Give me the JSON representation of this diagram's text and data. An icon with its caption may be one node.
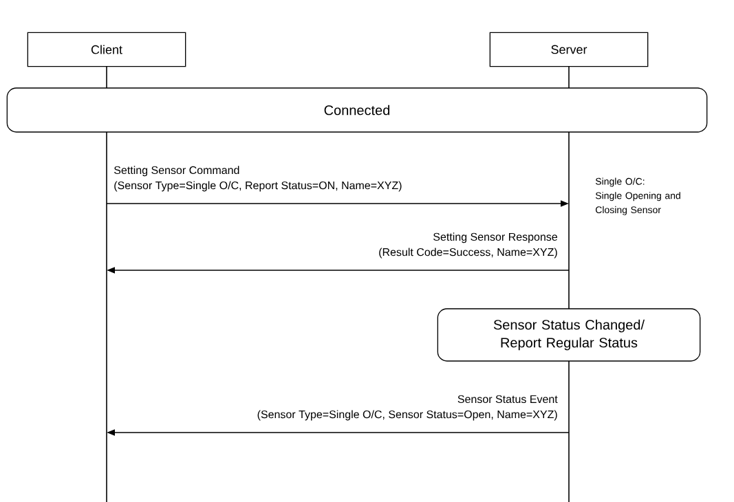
{
  "diagram": {
    "nodes": [
      {
        "text": [
          "Client"
        ]
      },
      {
        "text": [
          "Server"
        ]
      },
      {
        "text": [
          "Connected"
        ]
      },
      {
        "text": [
          "Sensor Status Changed/ Report Regular Status"
        ]
      }
    ],
    "edges": [
      {
        "from": 0,
        "to": 1,
        "arrow": "to",
        "label": "Setting Sensor Command (Sensor Type=Single O/C, Report Status=ON, Name=XYZ)"
      },
      {
        "from": 1,
        "to": 0,
        "arrow": "to",
        "label": "Setting Sensor Response (Result Code=Success, Name=XYZ)"
      },
      {
        "from": 1,
        "to": 0,
        "arrow": "to",
        "label": "Sensor Status Event (Sensor Type=Single O/C, Sensor Status=Open, Name=XYZ)"
      }
    ],
    "labels": [
      "Single O/C:",
      "Single Opening and Closing Sensor"
    ]
  }
}
